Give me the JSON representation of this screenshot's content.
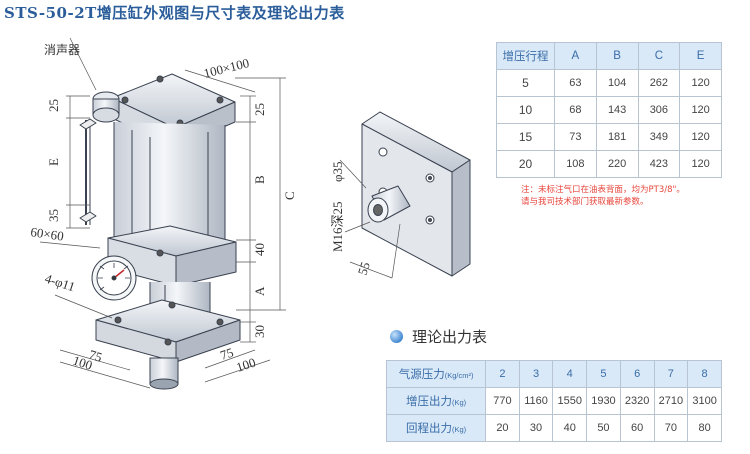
{
  "title": "STS-50-2T增压缸外观图与尺寸表及理论出力表",
  "drawing": {
    "labels": {
      "muffler": "消声器",
      "top_size": "100×100",
      "dim_25_left": "25",
      "dim_25_right": "25",
      "E": "E",
      "B": "B",
      "C": "C",
      "A": "A",
      "dim_35": "35",
      "dim_40": "40",
      "dim_60x60": "60×60",
      "holes": "4-φ11",
      "dim_30": "30",
      "dim_75_left": "75",
      "dim_100_left": "100",
      "dim_75_right": "75",
      "dim_100_right": "100",
      "phi35": "φ35",
      "thread": "M16深25",
      "dim_55": "55"
    }
  },
  "dimension_table": {
    "headers": [
      "增压行程",
      "A",
      "B",
      "C",
      "E"
    ],
    "rows": [
      [
        "5",
        "63",
        "104",
        "262",
        "120"
      ],
      [
        "10",
        "68",
        "143",
        "306",
        "120"
      ],
      [
        "15",
        "73",
        "181",
        "349",
        "120"
      ],
      [
        "20",
        "108",
        "220",
        "423",
        "120"
      ]
    ]
  },
  "note": {
    "line1": "注：未标注气口在油表背面，均为PT3/8\"。",
    "line2": "请与我司技术部门获取最新参数。"
  },
  "force_section_title": "理论出力表",
  "force_table": {
    "rows": [
      {
        "label": "气源压力",
        "unit": "(Kg/cm²)",
        "values": [
          "2",
          "3",
          "4",
          "5",
          "6",
          "7",
          "8"
        ]
      },
      {
        "label": "增压出力",
        "unit": "(Kg)",
        "values": [
          "770",
          "1160",
          "1550",
          "1930",
          "2320",
          "2710",
          "3100"
        ]
      },
      {
        "label": "回程出力",
        "unit": "(Kg)",
        "values": [
          "20",
          "30",
          "40",
          "50",
          "60",
          "70",
          "80"
        ]
      }
    ]
  }
}
